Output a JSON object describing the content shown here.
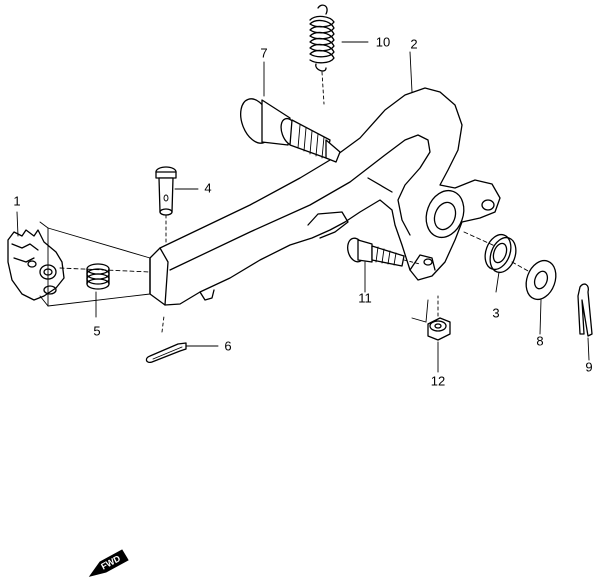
{
  "diagram": {
    "callouts": [
      "1",
      "2",
      "3",
      "4",
      "5",
      "6",
      "7",
      "8",
      "9",
      "10",
      "11",
      "12"
    ],
    "direction_badge": "FWD"
  },
  "colors": {
    "ink": "#000000",
    "paper": "#ffffff"
  }
}
